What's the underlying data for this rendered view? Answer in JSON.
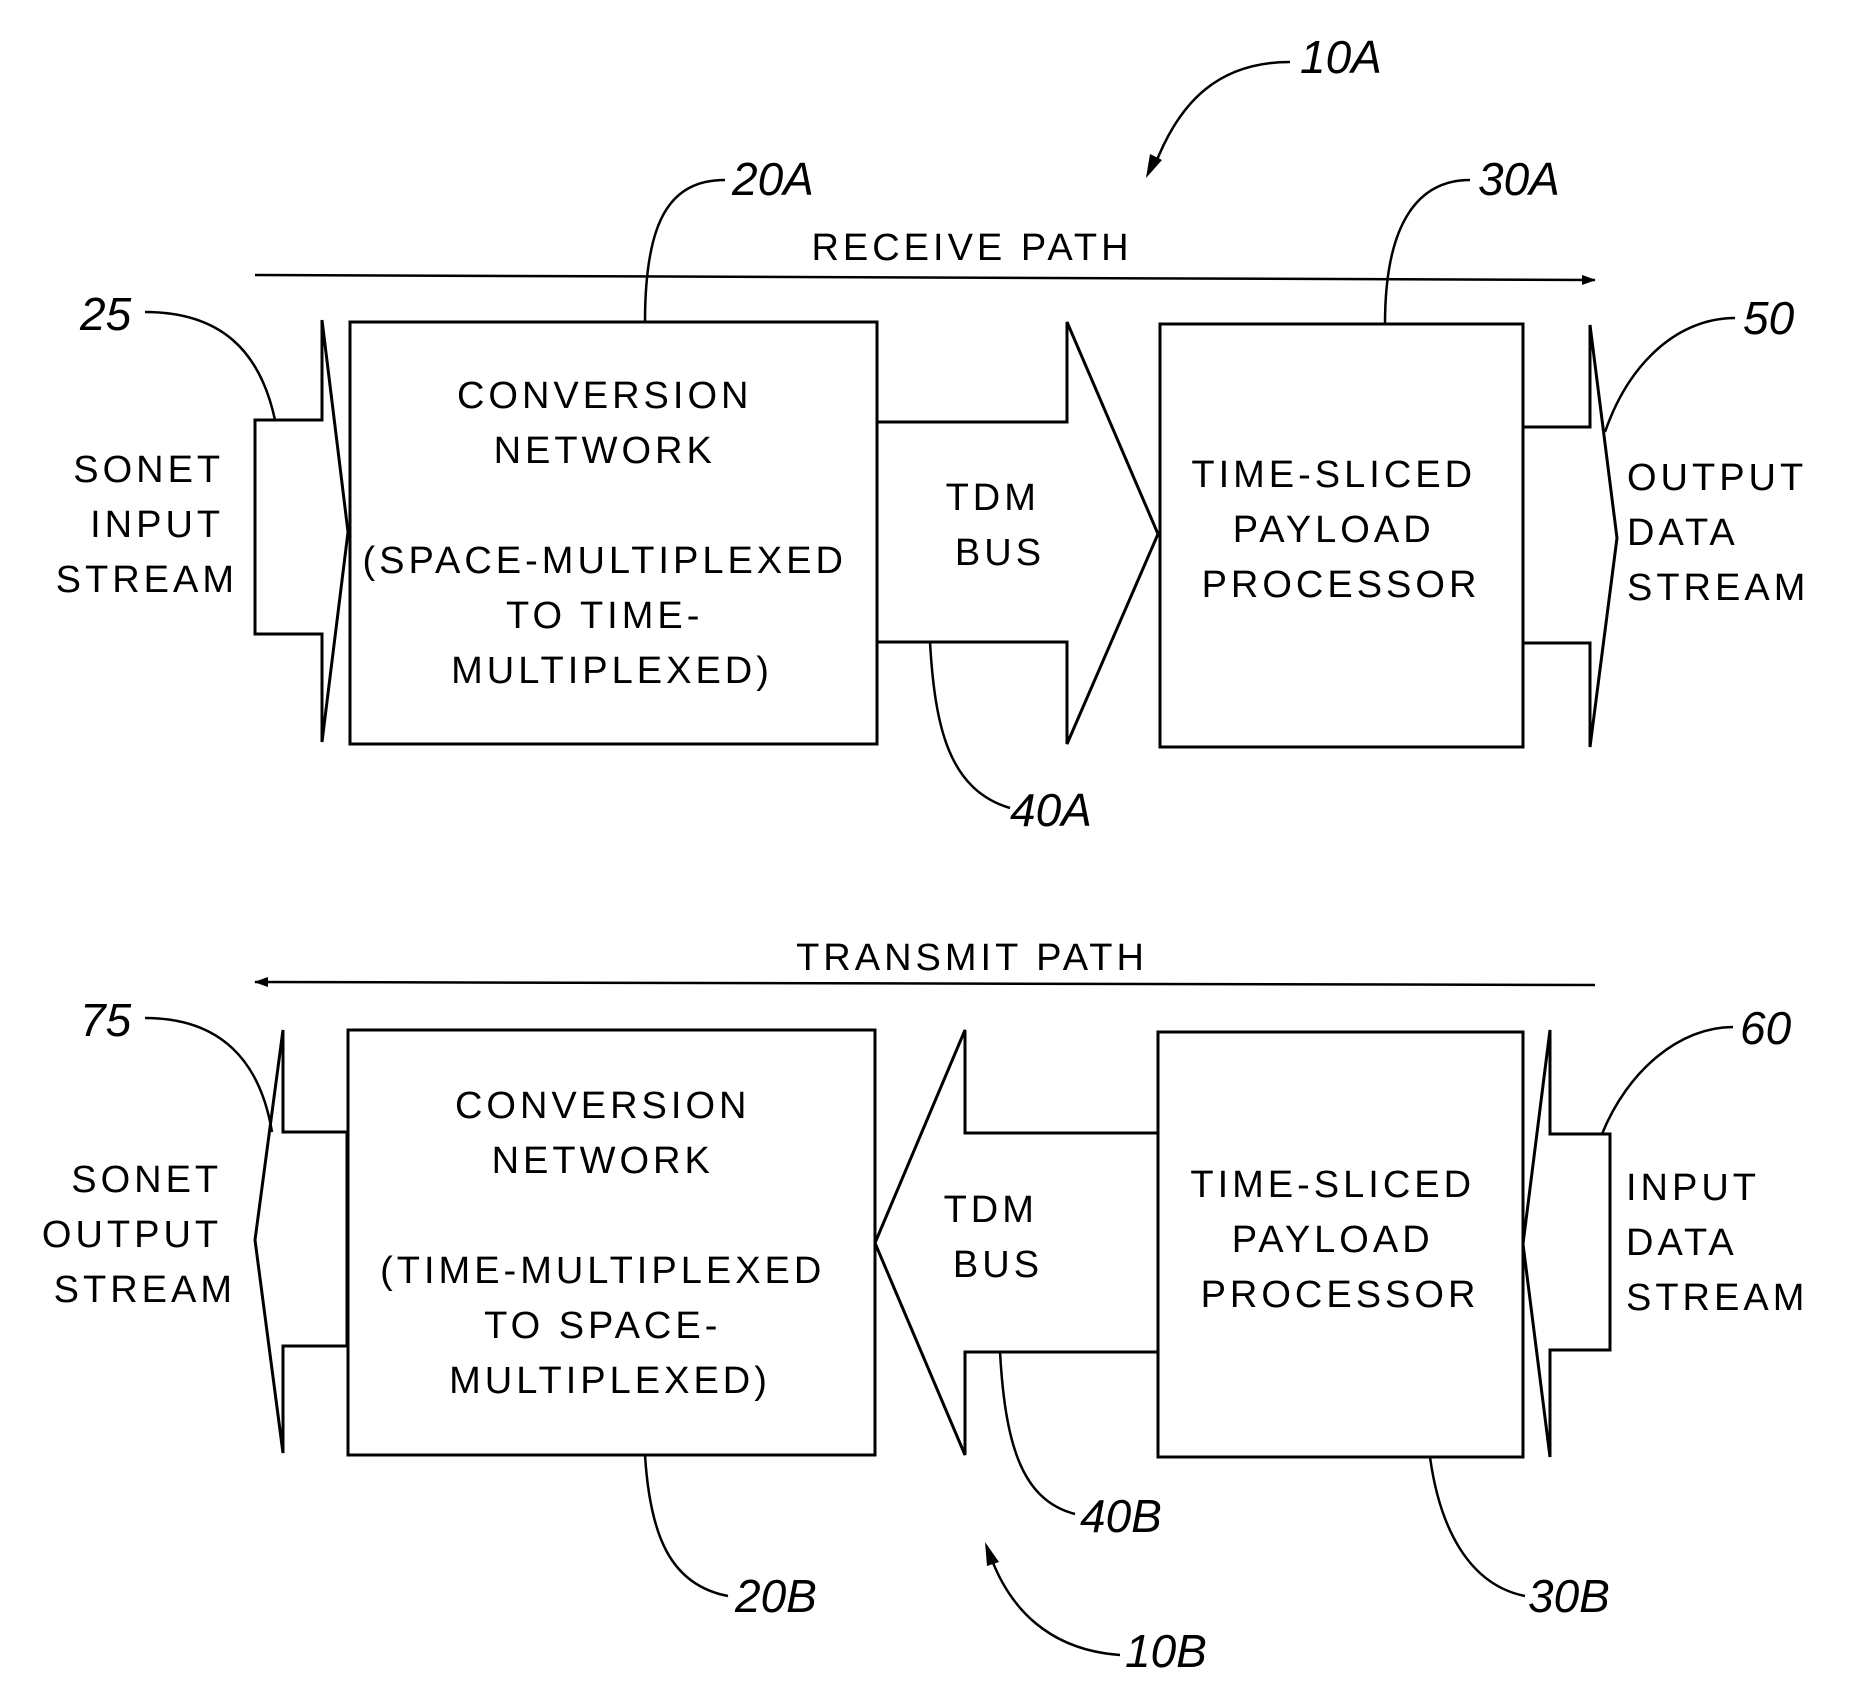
{
  "figure_labels": {
    "ref_10a": "10A",
    "ref_10b": "10B"
  },
  "receive": {
    "path_label": "RECEIVE PATH",
    "input_lines": [
      "SONET",
      "INPUT",
      "STREAM"
    ],
    "input_ref": "25",
    "conversion_lines": [
      "CONVERSION",
      "NETWORK",
      "",
      "(SPACE-MULTIPLEXED",
      "TO TIME-",
      "MULTIPLEXED)"
    ],
    "conversion_ref": "20A",
    "bus_lines": [
      "TDM",
      "BUS"
    ],
    "bus_ref": "40A",
    "processor_lines": [
      "TIME-SLICED",
      "PAYLOAD",
      "PROCESSOR"
    ],
    "processor_ref": "30A",
    "output_lines": [
      "OUTPUT",
      "DATA",
      "STREAM"
    ],
    "output_ref": "50"
  },
  "transmit": {
    "path_label": "TRANSMIT PATH",
    "output_lines": [
      "SONET",
      "OUTPUT",
      "STREAM"
    ],
    "output_ref": "75",
    "conversion_lines": [
      "CONVERSION",
      "NETWORK",
      "",
      "(TIME-MULTIPLEXED",
      "TO SPACE-",
      "MULTIPLEXED)"
    ],
    "conversion_ref": "20B",
    "bus_lines": [
      "TDM",
      "BUS"
    ],
    "bus_ref": "40B",
    "processor_lines": [
      "TIME-SLICED",
      "PAYLOAD",
      "PROCESSOR"
    ],
    "processor_ref": "30B",
    "input_lines": [
      "INPUT",
      "DATA",
      "STREAM"
    ],
    "input_ref": "60"
  }
}
